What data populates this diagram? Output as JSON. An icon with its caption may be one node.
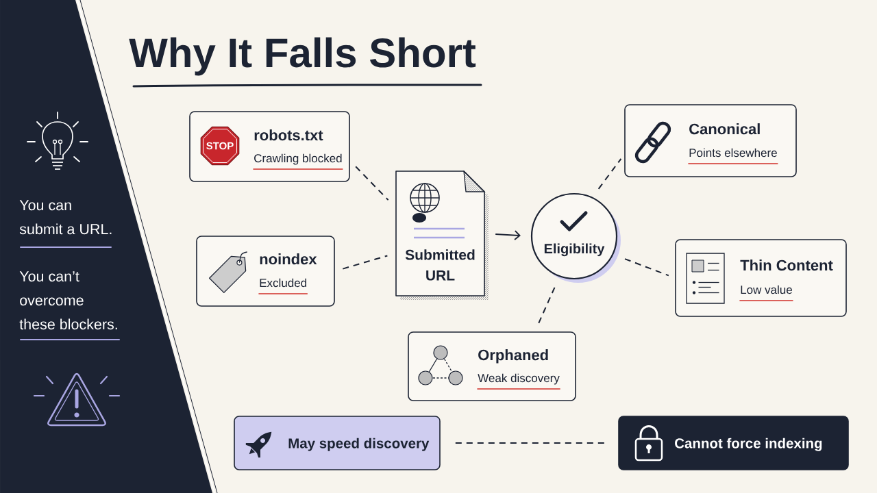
{
  "diagram": {
    "title": "Why It Falls Short",
    "nodes": [
      {
        "text": [
          "STOP",
          "robots.txt",
          "Crawling blocked"
        ]
      },
      {
        "text": [
          "noindex",
          "Excluded"
        ]
      },
      {
        "text": [
          "Submitted URL"
        ]
      },
      {
        "text": [
          "Eligibility"
        ]
      },
      {
        "text": [
          "Canonical",
          "Points elsewhere"
        ]
      },
      {
        "text": [
          "Thin Content",
          "Low value"
        ]
      },
      {
        "text": [
          "Orphaned",
          "Weak discovery"
        ]
      },
      {
        "text": [
          "May speed discovery"
        ]
      },
      {
        "text": [
          "Cannot force indexing"
        ]
      }
    ],
    "edges": [
      {
        "from": 0,
        "to": 2,
        "arrow": "none",
        "style": "dashed"
      },
      {
        "from": 1,
        "to": 2,
        "arrow": "none",
        "style": "dashed"
      },
      {
        "from": 2,
        "to": 3,
        "arrow": "to"
      },
      {
        "from": 3,
        "to": 4,
        "arrow": "none",
        "style": "dashed"
      },
      {
        "from": 3,
        "to": 5,
        "arrow": "none",
        "style": "dashed"
      },
      {
        "from": 3,
        "to": 6,
        "arrow": "none",
        "style": "dashed"
      },
      {
        "from": 7,
        "to": 8,
        "arrow": "none",
        "style": "dashed"
      }
    ],
    "labels": [
      "You can submit a URL.",
      "You can’t overcome these blockers."
    ]
  }
}
